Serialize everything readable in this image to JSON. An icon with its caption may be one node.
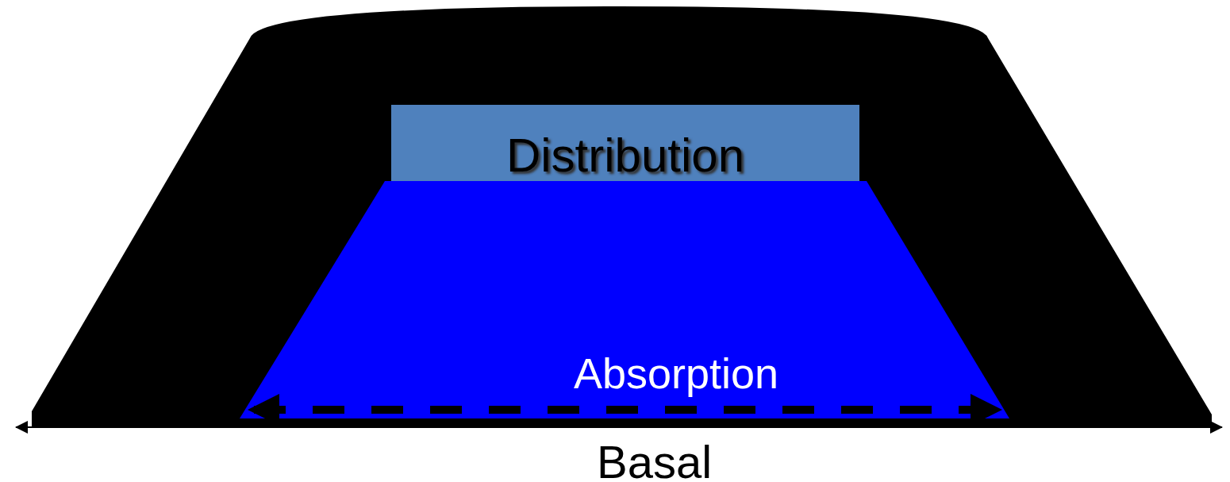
{
  "diagram": {
    "nodes": [
      {
        "text": [
          "Distribution"
        ]
      },
      {
        "text": [
          "Absorption"
        ]
      }
    ],
    "labels": [
      "Basal"
    ]
  }
}
